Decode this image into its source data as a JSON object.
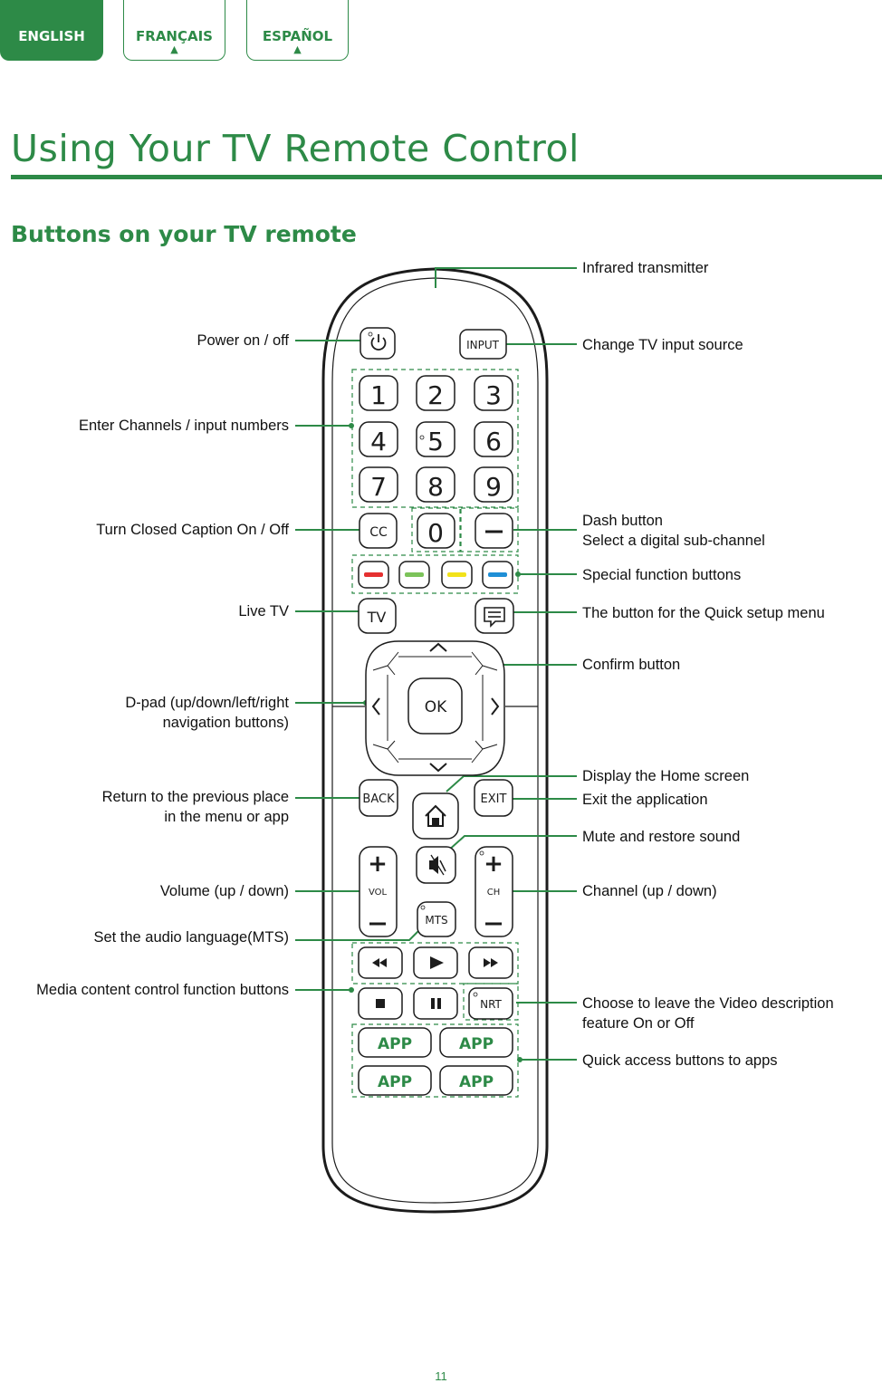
{
  "tabs": [
    {
      "label": "ENGLISH",
      "active": true
    },
    {
      "label": "FRANÇAIS",
      "active": false
    },
    {
      "label": "ESPAÑOL",
      "active": false
    }
  ],
  "tab_arrow": "▲",
  "page_title": "Using Your TV Remote Control",
  "section_title": "Buttons on your TV remote",
  "labels_left": {
    "power": "Power on / off",
    "numbers": "Enter Channels / input numbers",
    "cc": "Turn Closed Caption On / Off",
    "live_tv": "Live TV",
    "dpad_1": "D-pad (up/down/left/right",
    "dpad_2": "navigation buttons)",
    "back_1": "Return to the previous place",
    "back_2": "in the menu or app",
    "volume": "Volume (up / down)",
    "mts": "Set the audio language(MTS)",
    "media": "Media content control function buttons"
  },
  "labels_right": {
    "infrared": "Infrared transmitter",
    "input": "Change TV input source",
    "dash_1": "Dash button",
    "dash_2": "Select a digital sub-channel",
    "special": "Special function buttons",
    "quick_setup": "The button for the Quick setup menu",
    "confirm": "Confirm button",
    "home": "Display the Home screen",
    "exit": "Exit the application",
    "mute": "Mute and restore sound",
    "channel": "Channel (up / down)",
    "nrt_1": "Choose to leave the Video description",
    "nrt_2": "feature On or Off",
    "apps": "Quick access buttons to apps"
  },
  "remote_buttons": {
    "input": "INPUT",
    "digits": [
      "1",
      "2",
      "3",
      "4",
      "5",
      "6",
      "7",
      "8",
      "9"
    ],
    "zero": "0",
    "cc": "CC",
    "dash": "–",
    "tv": "TV",
    "ok": "OK",
    "back": "BACK",
    "exit": "EXIT",
    "vol": "VOL",
    "ch": "CH",
    "plus": "+",
    "mts": "MTS",
    "nrt": "NRT",
    "app": [
      "APP",
      "APP",
      "APP",
      "APP"
    ]
  },
  "colors": {
    "brand_green": "#2d8a47",
    "red_key": "#e53030",
    "green_key": "#7cc35a",
    "yellow_key": "#f2e21a",
    "blue_key": "#1f8fd6"
  },
  "page_number": "11"
}
